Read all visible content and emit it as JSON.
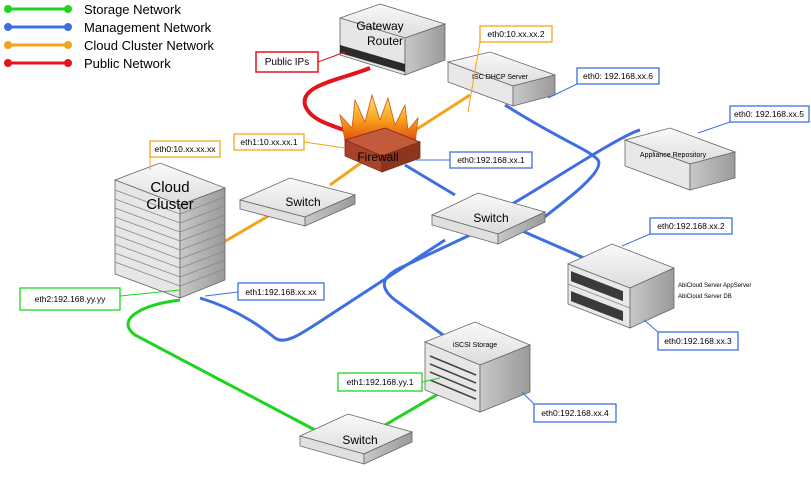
{
  "legend": [
    {
      "label": "Storage Network",
      "color": "#1fd41f"
    },
    {
      "label": "Management Network",
      "color": "#3d6fe3"
    },
    {
      "label": "Cloud Cluster Network",
      "color": "#f5a31c"
    },
    {
      "label": "Public Network",
      "color": "#e3141c"
    }
  ],
  "devices": {
    "gateway_router": {
      "line1": "Gateway",
      "line2": "Router"
    },
    "firewall": {
      "label": "Firewall"
    },
    "dhcp_server": {
      "label": "ISC DHCP Server"
    },
    "appliance_repository": {
      "label": "Appliance Repository"
    },
    "cloud_cluster": {
      "line1": "Cloud",
      "line2": "Cluster"
    },
    "switch_left": {
      "label": "Switch"
    },
    "switch_center": {
      "label": "Switch"
    },
    "switch_bottom": {
      "label": "Switch"
    },
    "abicloud_servers": {
      "line1": "AbiCloud Server AppServer",
      "line2": "AbiCloud Server DB"
    },
    "iscsi_storage": {
      "label": "iSCSI Storage"
    }
  },
  "callouts": {
    "public_ips": "Public IPs",
    "fw_eth0": "eth0:10.xx.xx.2",
    "fw_eth1": "eth1:10.xx.xx.1",
    "fw_eth0_mgmt": "eth0:192.168.xx.1",
    "dhcp_eth0": "eth0: 192.168.xx.6",
    "repo_eth0": "eth0: 192.168.xx.5",
    "cluster_eth0": "eth0:10.xx.xx.xx",
    "cluster_eth1": "eth1:192.168.xx.xx",
    "cluster_eth2": "eth2:192.168.yy.yy",
    "abi_eth0_top": "eth0:192.168.xx.2",
    "abi_eth0_bottom": "eth0:192.168.xx.3",
    "iscsi_eth1": "eth1:192.168.yy.1",
    "iscsi_eth0": "eth0:192.168.xx.4"
  }
}
